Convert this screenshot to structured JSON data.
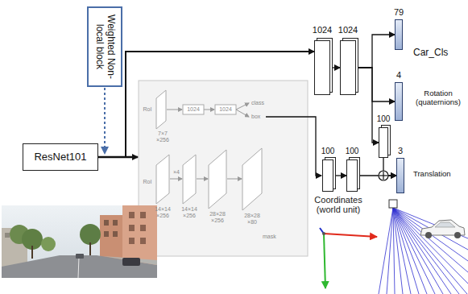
{
  "diagram": {
    "nodes": [
      {
        "text": [
          "ResNet101"
        ]
      },
      {
        "text": [
          "Weighted Non-local block"
        ]
      },
      {
        "text": [
          "1024"
        ]
      },
      {
        "text": [
          "1024"
        ]
      },
      {
        "text": [
          "79",
          "Car_Cls"
        ]
      },
      {
        "text": [
          "4",
          "Rotation (quaternions)"
        ]
      },
      {
        "text": [
          "100"
        ]
      },
      {
        "text": [
          "3",
          "Translation"
        ]
      },
      {
        "text": [
          "100"
        ]
      },
      {
        "text": [
          "100"
        ]
      }
    ],
    "edges": [
      {
        "from": 0,
        "to": 2,
        "arrow": "to"
      },
      {
        "from": 2,
        "to": 3,
        "arrow": "to"
      },
      {
        "from": 3,
        "to": 4,
        "arrow": "to"
      },
      {
        "from": 3,
        "to": 5,
        "arrow": "to"
      },
      {
        "from": 3,
        "to": 6,
        "arrow": "to"
      },
      {
        "from": 6,
        "to": 7,
        "arrow": "to"
      },
      {
        "from": 8,
        "to": 9,
        "arrow": "to"
      },
      {
        "from": 9,
        "to": 7,
        "arrow": "to"
      }
    ],
    "labels": [
      "RoI",
      "7×7 ×256",
      "1024",
      "1024",
      "class",
      "box",
      "RoI",
      "14×14 ×256",
      "×4",
      "14×14 ×256",
      "28×28 ×256",
      "28×28 ×80",
      "mask",
      "Coordinates (world unit)"
    ]
  }
}
